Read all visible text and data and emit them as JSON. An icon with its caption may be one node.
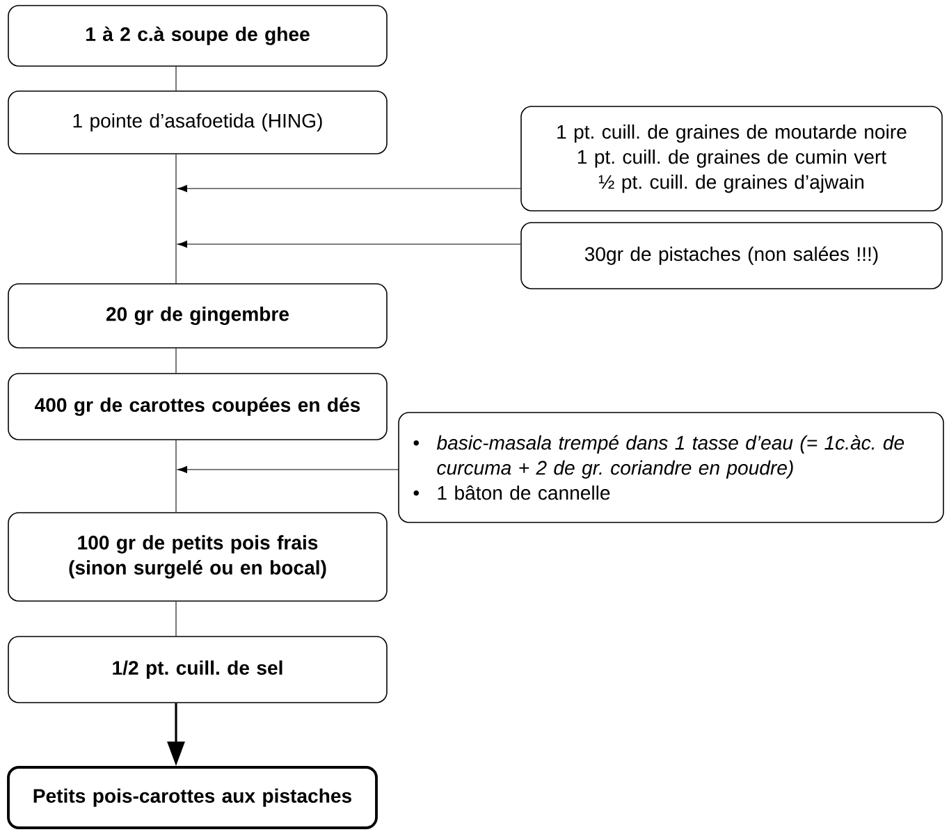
{
  "diagram": {
    "nodes": [
      {
        "text": [
          "1 à 2 c.à soupe de ghee"
        ]
      },
      {
        "text": [
          "1 pointe d’asafoetida (HING)"
        ]
      },
      {
        "text": [
          "1 pt. cuill. de graines de moutarde noire",
          "1 pt. cuill. de graines de cumin vert",
          "½ pt. cuill. de graines d’ajwain"
        ]
      },
      {
        "text": [
          "30gr de pistaches (non salées !!!)"
        ]
      },
      {
        "text": [
          "20 gr de gingembre"
        ]
      },
      {
        "text": [
          "400 gr de carottes coupées en dés"
        ]
      },
      {
        "text": [
          "basic-masala trempé dans 1 tasse d’eau (= 1c.àc. de curcuma + 2 de gr. coriandre en poudre)",
          "1 bâton de cannelle"
        ]
      },
      {
        "text": [
          "100 gr de petits pois frais (sinon surgelé ou en bocal)"
        ]
      },
      {
        "text": [
          "1/2 pt. cuill. de sel"
        ]
      },
      {
        "text": [
          "Petits pois-carottes aux pistaches"
        ]
      }
    ],
    "edges": [
      {
        "from": 0,
        "to": 1,
        "arrow": "none"
      },
      {
        "from": 2,
        "to": null,
        "arrow": "to"
      },
      {
        "from": 3,
        "to": null,
        "arrow": "to"
      },
      {
        "from": 1,
        "to": 4,
        "arrow": "none"
      },
      {
        "from": 4,
        "to": 5,
        "arrow": "none"
      },
      {
        "from": 6,
        "to": null,
        "arrow": "to"
      },
      {
        "from": 5,
        "to": 7,
        "arrow": "none"
      },
      {
        "from": 7,
        "to": 8,
        "arrow": "none"
      },
      {
        "from": 8,
        "to": 9,
        "arrow": "to",
        "style": "thick"
      }
    ]
  }
}
